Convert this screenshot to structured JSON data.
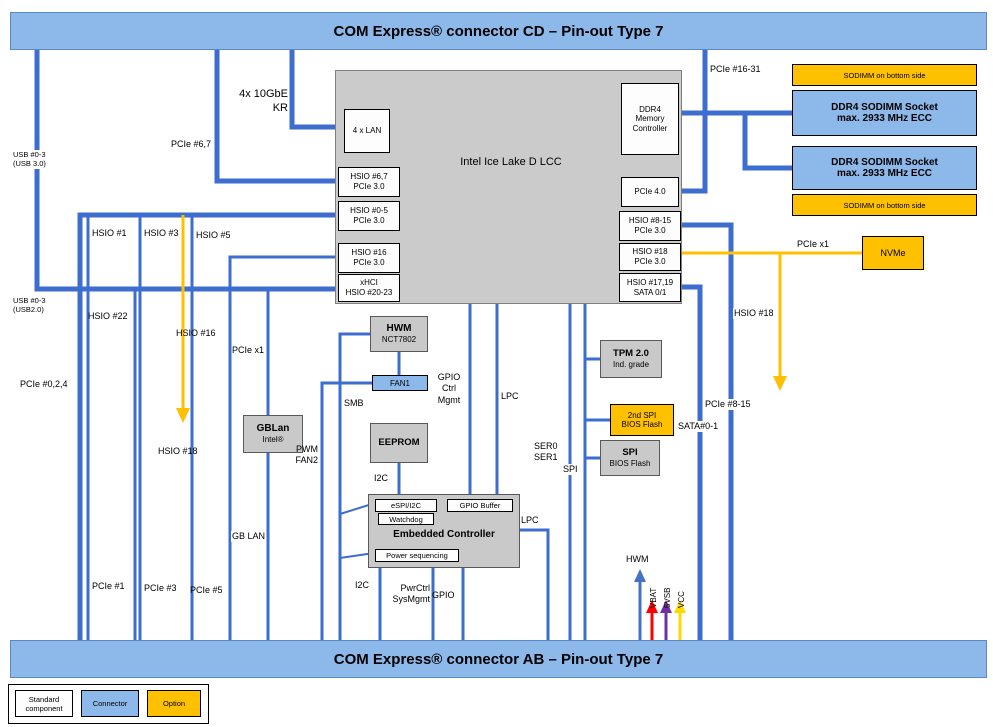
{
  "colors": {
    "connector_blue": "#8CB8EA",
    "line_blue": "#3D6ECF",
    "option_yellow": "#FFC000",
    "block_gray": "#C9C9C9",
    "vbat_red": "#FF0000",
    "v5sb_violet": "#7030A0",
    "vcc_yellow": "#FFD800"
  },
  "banners": {
    "top": "COM Express® connector CD – Pin-out Type 7",
    "bottom": "COM Express® connector AB – Pin-out Type 7"
  },
  "cpu": {
    "label": "Intel Ice Lake D LCC",
    "lan": "4 x LAN",
    "ddr_controller": [
      "DDR4",
      "Memory",
      "Controller"
    ],
    "pcie4": "PCIe 4.0",
    "hsio67": [
      "HSIO #6,7",
      "PCIe 3.0"
    ],
    "hsio05": [
      "HSIO #0-5",
      "PCIe 3.0"
    ],
    "hsio16": [
      "HSIO #16",
      "PCIe 3.0"
    ],
    "xhci": [
      "xHCI",
      "HSIO #20-23"
    ],
    "hsio815": [
      "HSIO #8-15",
      "PCIe 3.0"
    ],
    "hsio18": [
      "HSIO #18",
      "PCIe 3.0"
    ],
    "hsio1719": [
      "HSIO #17,19",
      "SATA 0/1"
    ]
  },
  "memory": {
    "note_top": "SODIMM on bottom side",
    "socket1": [
      "DDR4 SODIMM Socket",
      "max. 2933 MHz ECC"
    ],
    "socket2": [
      "DDR4 SODIMM Socket",
      "max. 2933 MHz ECC"
    ],
    "note_bottom": "SODIMM on bottom side",
    "nvme": "NVMe"
  },
  "peripherals": {
    "hwm": [
      "HWM",
      "NCT7802"
    ],
    "fan1": "FAN1",
    "gblan": [
      "GBLan",
      "Intel®"
    ],
    "eeprom": "EEPROM",
    "tpm": [
      "TPM 2.0",
      "Ind. grade"
    ],
    "spi2": [
      "2nd SPI",
      "BIOS Flash"
    ],
    "spi": [
      "SPI",
      "BIOS Flash"
    ],
    "ec": {
      "title": "Embedded Controller",
      "espi": "eSPI/I2C",
      "gpio_buffer": "GPIO Buffer",
      "watchdog": "Watchdog",
      "power_seq": "Power sequencing"
    }
  },
  "labels": {
    "pcie_16_31": "PCIe #16-31",
    "gbe_line1": "4x 10GbE",
    "gbe_line2": "KR",
    "pcie_67": "PCIe #6,7",
    "usb3": [
      "USB #0-3",
      "(USB 3.0)"
    ],
    "usb2": [
      "USB #0-3",
      "(USB2.0)"
    ],
    "hsio1": "HSIO #1",
    "hsio3": "HSIO #3",
    "hsio5": "HSIO #5",
    "hsio22": "HSIO #22",
    "hsio16": "HSIO #16",
    "pcie_x1_left": "PCIe x1",
    "pcie_024": "PCIe #0,2,4",
    "hsio18_left": "HSIO #18",
    "gb_lan": "GB LAN",
    "pcie1": "PCIe #1",
    "pcie3": "PCIe #3",
    "pcie5": "PCIe #5",
    "smb": "SMB",
    "pwm": [
      "PWM",
      "FAN2"
    ],
    "i2c_top": "I2C",
    "i2c_bottom": "I2C",
    "pwrctrl": [
      "PwrCtrl",
      "SysMgmt"
    ],
    "gpio_bottom": "GPIO",
    "gpio_ctrl": [
      "GPIO",
      "Ctrl",
      "Mgmt"
    ],
    "lpc_top": "LPC",
    "lpc_right": "LPC",
    "ser": [
      "SER0",
      "SER1"
    ],
    "spi": "SPI",
    "pcie_815": "PCIe #8-15",
    "sata01": "SATA#0-1",
    "pcie_x1_right": "PCIe x1",
    "hsio18_right": "HSIO #18",
    "hwm": "HWM",
    "vbat": "VBAT",
    "v5sb": "5VSB",
    "vcc": "VCC"
  },
  "legend": {
    "standard": [
      "Standard",
      "component"
    ],
    "connector": "Connector",
    "option": "Option"
  }
}
